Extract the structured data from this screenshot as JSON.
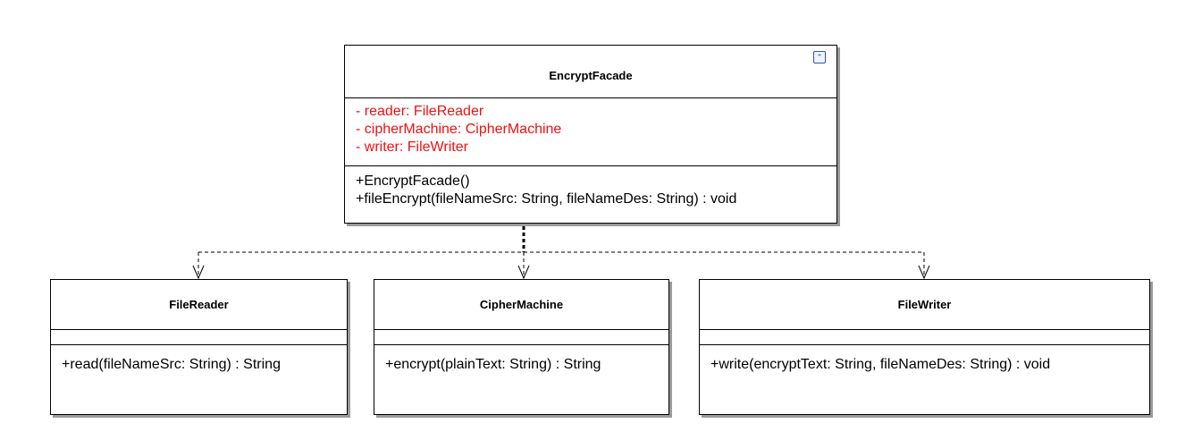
{
  "facade": {
    "name": "EncryptFacade",
    "attributes": [
      "- reader: FileReader",
      "- cipherMachine: CipherMachine",
      "- writer: FileWriter"
    ],
    "methods": [
      "+EncryptFacade()",
      "+fileEncrypt(fileNameSrc: String, fileNameDes: String) : void"
    ],
    "collapse_icon": "collapse-icon"
  },
  "reader": {
    "name": "FileReader",
    "methods": [
      "+read(fileNameSrc: String) : String"
    ]
  },
  "cipher": {
    "name": "CipherMachine",
    "methods": [
      "+encrypt(plainText: String) : String"
    ]
  },
  "writer": {
    "name": "FileWriter",
    "methods": [
      "+write(encryptText: String, fileNameDes: String) : void"
    ]
  },
  "colors": {
    "attribute_text": "#ee1111",
    "border": "#000000",
    "shadow": "#9a9a9a"
  }
}
